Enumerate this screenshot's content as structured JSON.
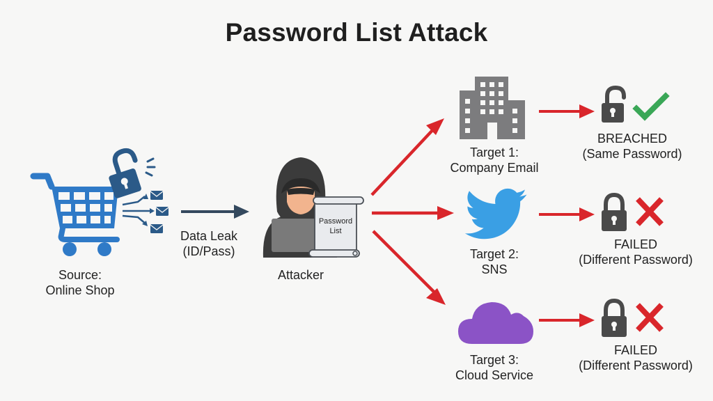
{
  "title": "Password List Attack",
  "colors": {
    "background": "#f7f7f6",
    "source_blue": "#2f7ac7",
    "lock_navy": "#2b5a88",
    "attacker_dark": "#3b3b3b",
    "skin": "#f2b48e",
    "arrow_red": "#d9262b",
    "arrow_navy": "#34495e",
    "building_gray": "#7c7c7e",
    "twitter_blue": "#3a9fe4",
    "cloud_purple": "#8b53c6",
    "lock_gray": "#4a4a4a",
    "success_green": "#3aa757",
    "fail_red": "#d9262b"
  },
  "source": {
    "line1": "Source:",
    "line2": "Online Shop",
    "icon": "shopping-cart-icon"
  },
  "leak": {
    "line1": "Data Leak",
    "line2": "(ID/Pass)"
  },
  "attacker": {
    "label": "Attacker",
    "scroll_line1": "Password",
    "scroll_line2": "List"
  },
  "targets": [
    {
      "line1": "Target 1:",
      "line2": "Company Email",
      "icon": "building-icon",
      "result_line1": "BREACHED",
      "result_line2": "(Same Password)",
      "outcome": "success"
    },
    {
      "line1": "Target 2:",
      "line2": "SNS",
      "icon": "bird-icon",
      "result_line1": "FAILED",
      "result_line2": "(Different Password)",
      "outcome": "fail"
    },
    {
      "line1": "Target 3:",
      "line2": "Cloud Service",
      "icon": "cloud-icon",
      "result_line1": "FAILED",
      "result_line2": "(Different Password)",
      "outcome": "fail"
    }
  ]
}
